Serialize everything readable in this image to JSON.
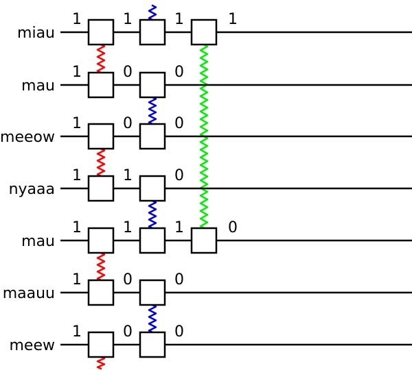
{
  "colors": {
    "red": "#ff0000",
    "blue": "#0000dd",
    "green": "#00ee00",
    "line": "#000000"
  },
  "rows": [
    {
      "label": "miau",
      "values": [
        "1",
        "1",
        "1",
        "1"
      ]
    },
    {
      "label": "mau",
      "values": [
        "1",
        "0",
        "0"
      ]
    },
    {
      "label": "meeow",
      "values": [
        "1",
        "0",
        "0"
      ]
    },
    {
      "label": "nyaaa",
      "values": [
        "1",
        "1",
        "0"
      ]
    },
    {
      "label": "mau",
      "values": [
        "1",
        "1",
        "1",
        "0"
      ]
    },
    {
      "label": "maauu",
      "values": [
        "1",
        "0",
        "0"
      ]
    },
    {
      "label": "meew",
      "values": [
        "1",
        "0",
        "0"
      ]
    }
  ],
  "gates": [
    {
      "column": 0,
      "rows": [
        0,
        1
      ],
      "color": "red"
    },
    {
      "column": 0,
      "rows": [
        2,
        3
      ],
      "color": "red"
    },
    {
      "column": 0,
      "rows": [
        4,
        5
      ],
      "color": "red"
    },
    {
      "column": 0,
      "rows": [
        6,
        "bottom"
      ],
      "color": "red"
    },
    {
      "column": 1,
      "rows": [
        "top",
        0
      ],
      "color": "blue"
    },
    {
      "column": 1,
      "rows": [
        1,
        2
      ],
      "color": "blue"
    },
    {
      "column": 1,
      "rows": [
        3,
        4
      ],
      "color": "blue"
    },
    {
      "column": 1,
      "rows": [
        5,
        6
      ],
      "color": "blue"
    },
    {
      "column": 2,
      "rows": [
        0,
        4
      ],
      "color": "green"
    }
  ]
}
